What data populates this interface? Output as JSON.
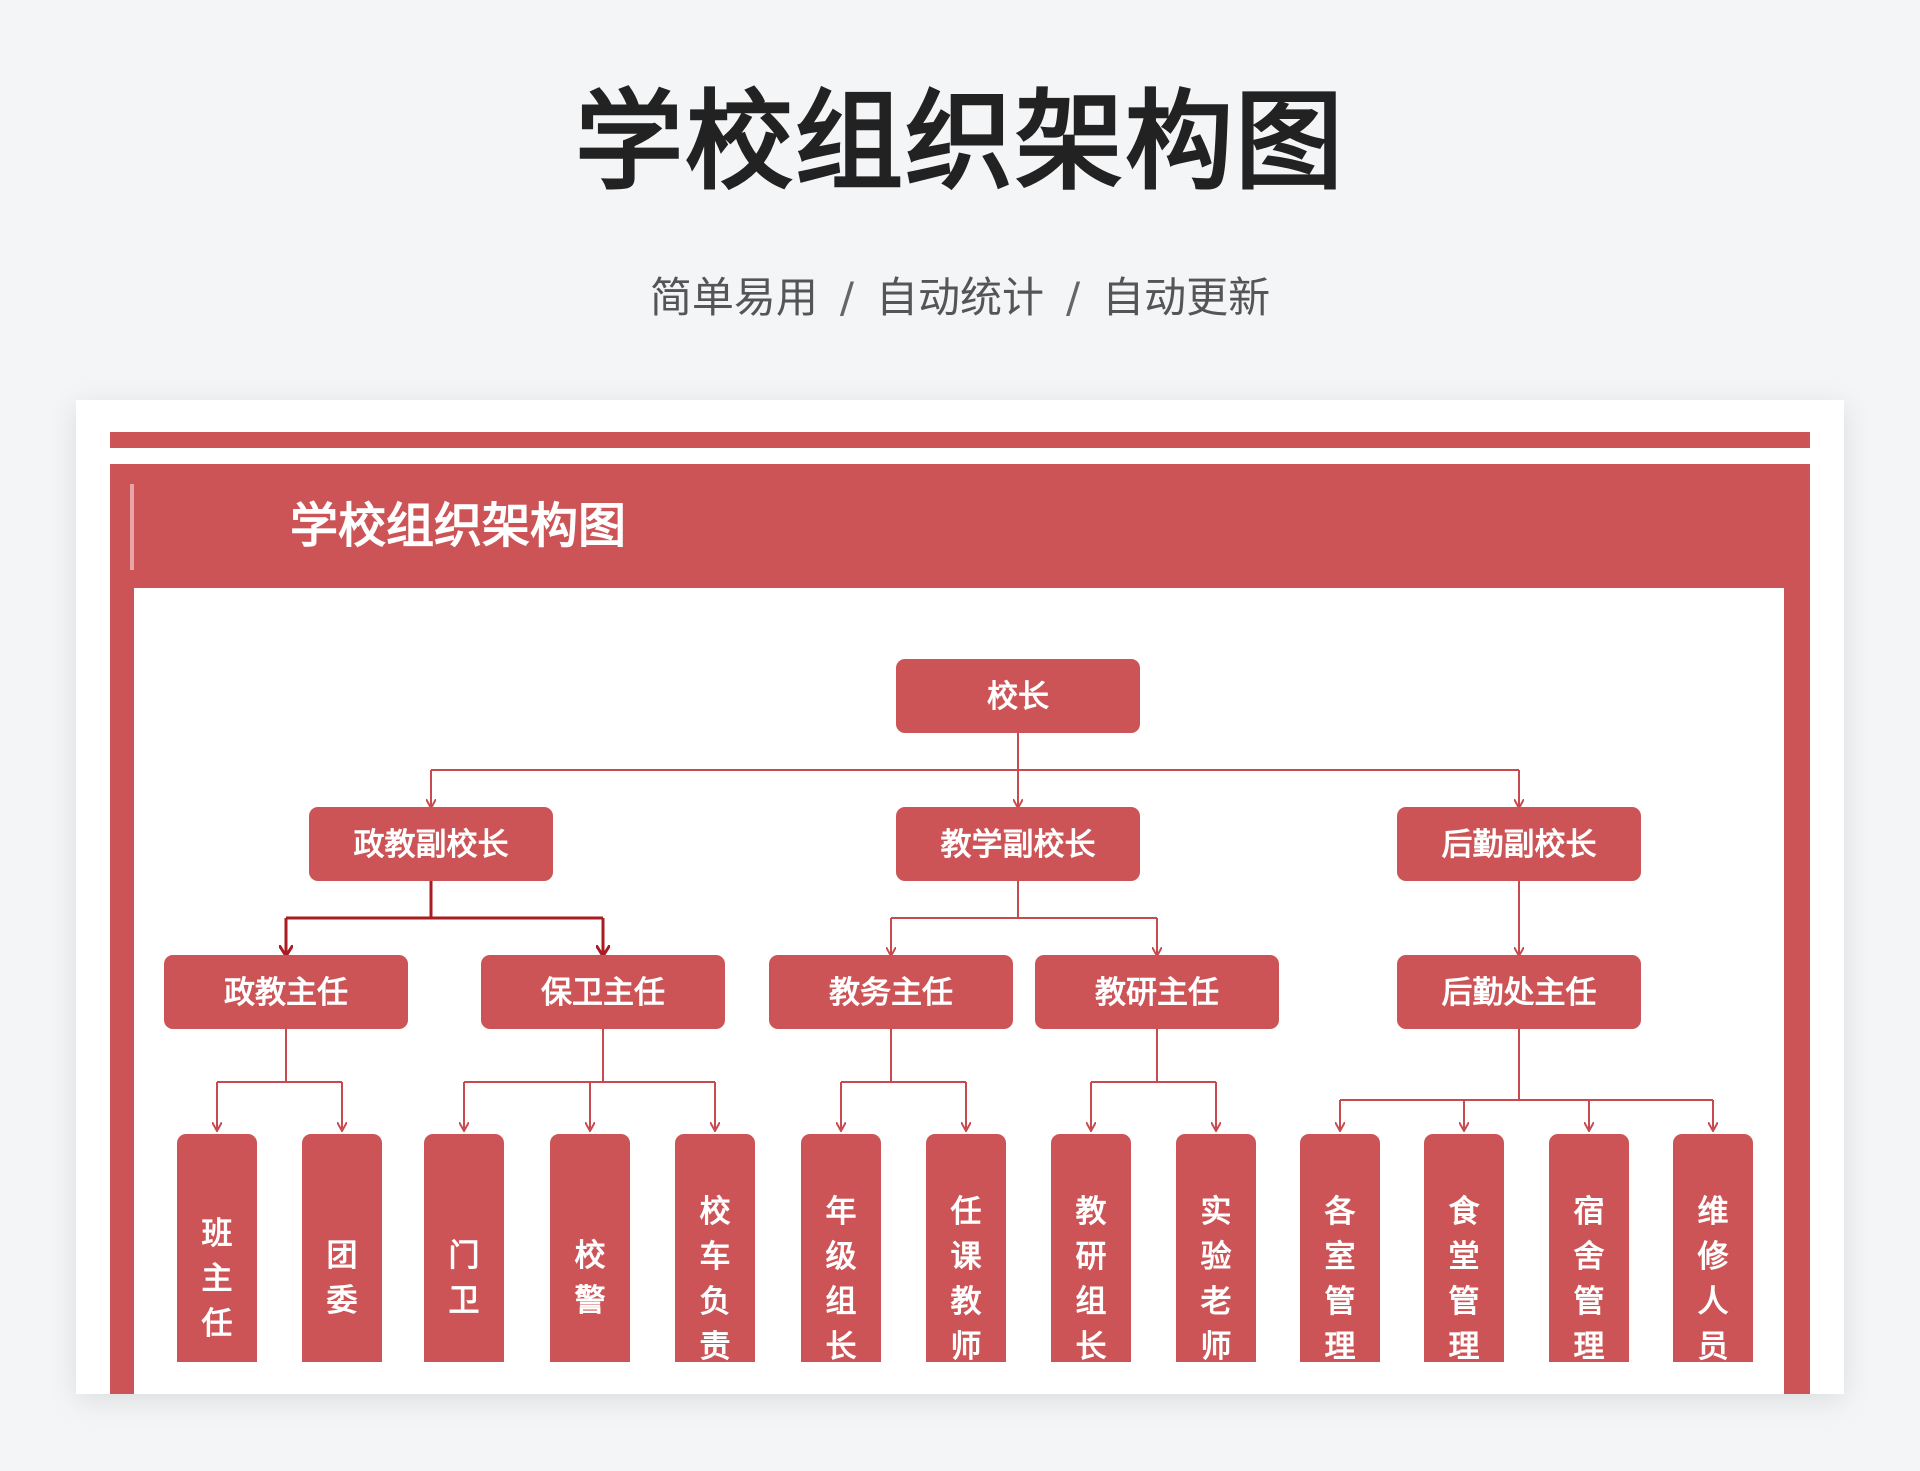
{
  "page": {
    "title": "学校组织架构图",
    "subtitle": [
      "简单易用",
      "自动统计",
      "自动更新"
    ],
    "separator": "/"
  },
  "sheet": {
    "header_title": "学校组织架构图"
  },
  "colors": {
    "accent": "#cd5456",
    "connector": "#c84a4e",
    "connector_dark": "#a81c22",
    "box_text": "#ffffff",
    "page_bg": "#f4f5f7",
    "title_text": "#222222",
    "subtitle_text": "#555555"
  },
  "org": {
    "label": "校长",
    "children": [
      {
        "label": "政教副校长",
        "children": [
          {
            "label": "政教主任",
            "children": [
              {
                "label": "班主任"
              },
              {
                "label": "团委"
              }
            ]
          },
          {
            "label": "保卫主任",
            "children": [
              {
                "label": "门卫"
              },
              {
                "label": "校警"
              },
              {
                "label": "校车负责"
              }
            ]
          }
        ]
      },
      {
        "label": "教学副校长",
        "children": [
          {
            "label": "教务主任",
            "children": [
              {
                "label": "年级组长"
              },
              {
                "label": "任课教师"
              }
            ]
          },
          {
            "label": "教研主任",
            "children": [
              {
                "label": "教研组长"
              },
              {
                "label": "实验老师"
              }
            ]
          }
        ]
      },
      {
        "label": "后勤副校长",
        "children": [
          {
            "label": "后勤处主任",
            "children": [
              {
                "label": "各室管理"
              },
              {
                "label": "食堂管理"
              },
              {
                "label": "宿舍管理"
              },
              {
                "label": "维修人员"
              }
            ]
          }
        ]
      }
    ]
  }
}
